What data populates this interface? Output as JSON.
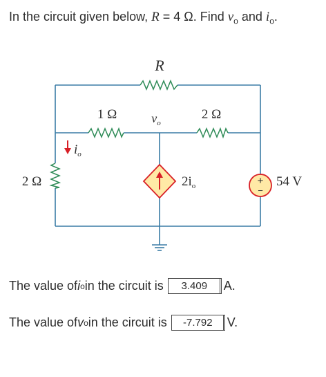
{
  "question": {
    "prefix": "In the circuit given below, ",
    "r_symbol": "R",
    "r_value": " = 4 Ω. Find ",
    "v_symbol": "v",
    "v_sub": "o",
    "and_text": " and ",
    "i_symbol": "i",
    "i_sub": "o",
    "suffix": "."
  },
  "circuit": {
    "r_label": "R",
    "r1_label": "1 Ω",
    "vo_label": "v",
    "vo_sub": "o",
    "r2_label": "2 Ω",
    "io_label": "i",
    "io_sub": "o",
    "left_r_label": "2 Ω",
    "source_label": "2i",
    "source_sub": "o",
    "vsource_label": "54 V",
    "plus": "+",
    "minus": "−"
  },
  "answers": [
    {
      "prefix": "The value of ",
      "symbol": "i",
      "sub": "o",
      "suffix": " in the circuit is",
      "value": "3.409",
      "unit": "A."
    },
    {
      "prefix": "The value of ",
      "symbol": "v",
      "sub": "o",
      "suffix": " in the circuit is",
      "value": "-7.792",
      "unit": "V."
    }
  ]
}
